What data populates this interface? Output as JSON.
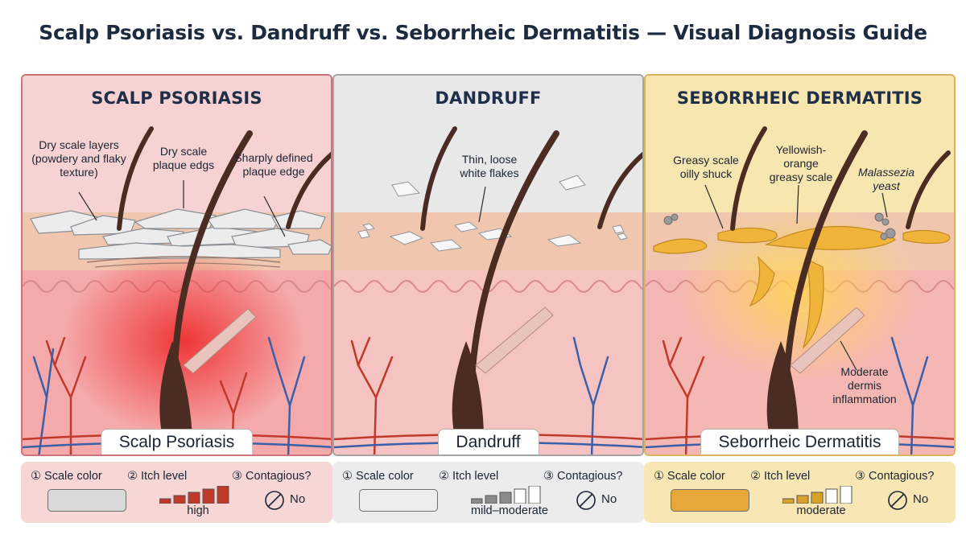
{
  "title": "Scalp Psoriasis vs. Dandruff vs. Seborrheic Dermatitis — Visual Diagnosis Guide",
  "colors": {
    "psoriasis_bg": "#f7d2d2",
    "psoriasis_border": "#c8747a",
    "dandruff_bg": "#e8e8e8",
    "dandruff_border": "#a4a4a4",
    "seb_bg": "#f8e6b0",
    "seb_border": "#d9b45a",
    "dermis": "#f3b2b4",
    "epidermis": "#f0c7ae",
    "hair": "#4a2c22",
    "artery": "#c0392b",
    "vein": "#3b5fa8",
    "greasy_scale": "#f0b43a"
  },
  "panels": [
    {
      "title": "SCALP PSORIASIS",
      "caption": "Scalp Psoriasis",
      "annotations": [
        "Dry scale layers (powdery and flaky texture)",
        "Dry scale plaque edgs",
        "Sharply defined plaque edge"
      ],
      "card": {
        "scale_label": "① Scale color",
        "itch_label": "② Itch level",
        "itch_value": "high",
        "itch_bars_filled": 5,
        "contagious_label": "③ Contagious?",
        "contagious_value": "No",
        "swatch_color": "#d9d9d9",
        "itch_color": "#c0392b"
      }
    },
    {
      "title": "DANDRUFF",
      "caption": "Dandruff",
      "annotations": [
        "Thin, loose white flakes"
      ],
      "card": {
        "scale_label": "① Scale color",
        "itch_label": "② Itch level",
        "itch_value": "mild–moderate",
        "itch_bars_filled": 3,
        "contagious_label": "③ Contagious?",
        "contagious_value": "No",
        "swatch_color": "#ededed",
        "itch_color": "#8a8a8a"
      }
    },
    {
      "title": "SEBORRHEIC DERMATITIS",
      "caption": "Seborrheic Dermatitis",
      "annotations": [
        "Greasy scale oilly shuck",
        "Yellowish-orange greasy scale",
        "Malassezia yeast",
        "Moderate dermis inflammation"
      ],
      "card": {
        "scale_label": "① Scale color",
        "itch_label": "② Itch level",
        "itch_value": "moderate",
        "itch_bars_filled": 3,
        "contagious_label": "③ Contagious?",
        "contagious_value": "No",
        "swatch_color": "#e6a83a",
        "itch_color": "#d9a02a"
      }
    }
  ]
}
